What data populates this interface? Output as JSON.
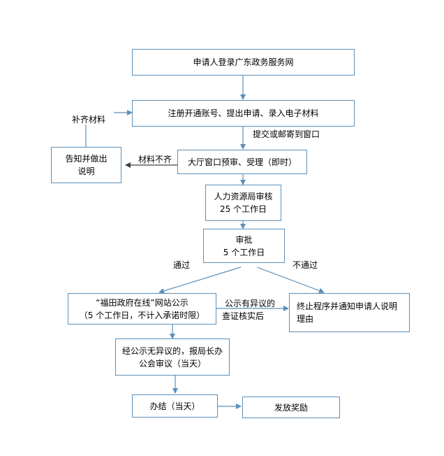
{
  "nodes": {
    "login": "申请人登录广东政务服务网",
    "register": "注册开通账号、提出申请、录入电子材料",
    "notify_reason": "告知并做出说明",
    "window_review": "大厅窗口预审、受理（即时）",
    "hr_review": {
      "line1": "人力资源局审核",
      "line2": "25 个工作日"
    },
    "approval": {
      "line1": "审批",
      "line2": "5 个工作日"
    },
    "publicity": {
      "line1": "“福田政府在线”网站公示",
      "line2": "（5 个工作日，不计入承诺时限）"
    },
    "terminate": "终止程序并通知申请人说明理由",
    "meeting": {
      "line1": "经公示无异议的，报局长办",
      "line2": "公会审议（当天）"
    },
    "complete": "办结（当天）",
    "reward": "发放奖励"
  },
  "edge_labels": {
    "supplement": "补齐材料",
    "submit": "提交或邮寄到窗口",
    "incomplete": "材料不齐",
    "pass": "通过",
    "fail": "不通过",
    "objection": {
      "line1": "公示有异议的",
      "line2": "查证核实后"
    }
  },
  "colors": {
    "box_border": "#5b8fb9",
    "arrow_blue": "#5b8fb9",
    "arrow_dark": "#404040"
  }
}
